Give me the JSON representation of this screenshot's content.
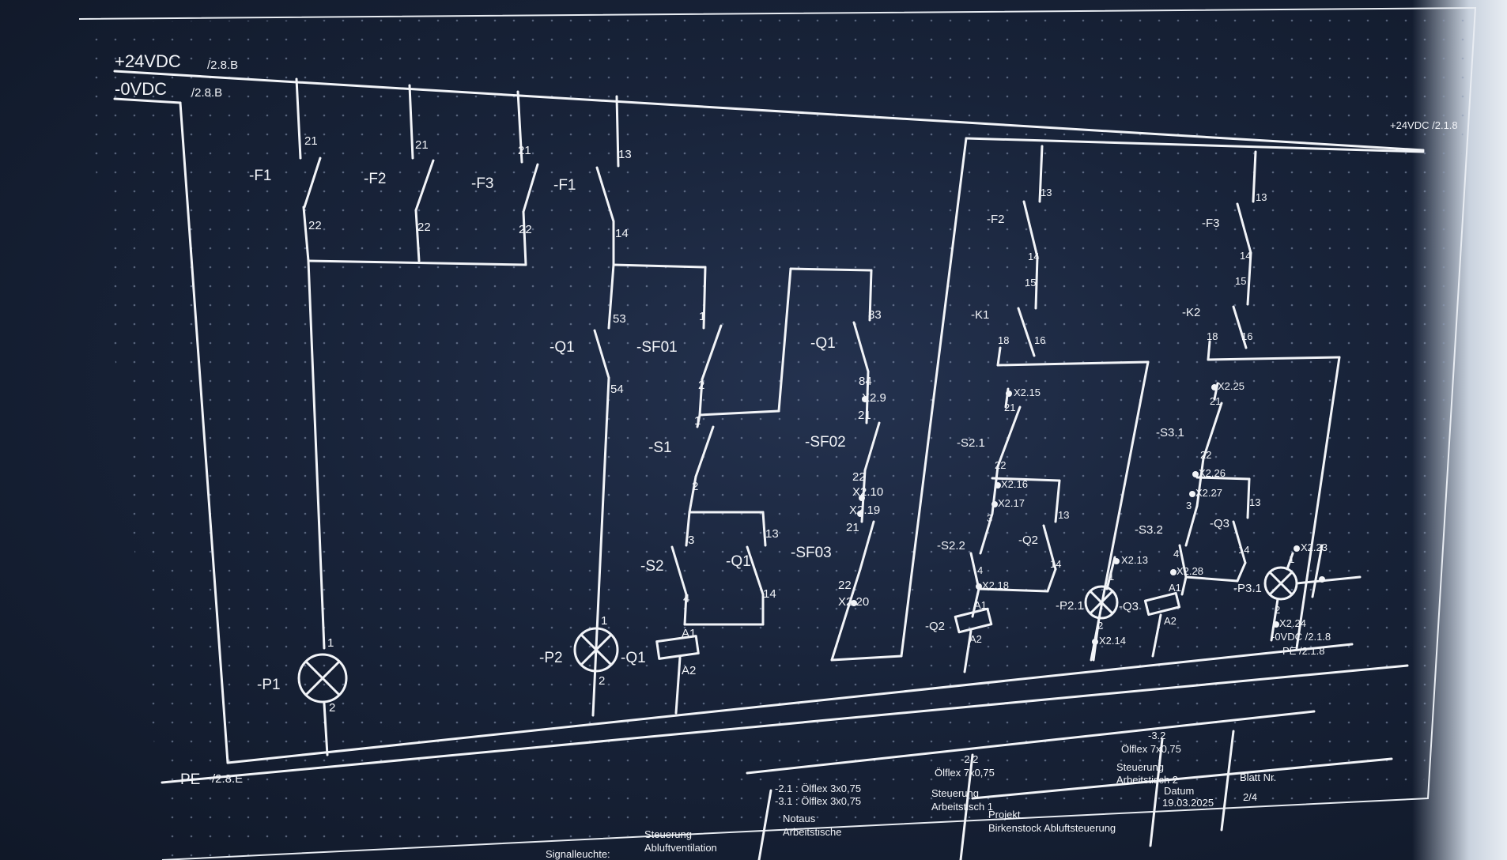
{
  "rails": {
    "plus24": "+24VDC",
    "plus24_ref": "/2.8.B",
    "zero": "-0VDC",
    "zero_ref": "/2.8.B",
    "pe": "PE",
    "pe_ref": "/2.8.E",
    "plus24_right": "+24VDC /2.1.8",
    "zero_right": "-0VDC /2.1.8",
    "pe_right": "PE /2.1.8"
  },
  "devices": {
    "F1": "-F1",
    "F2": "-F2",
    "F3": "-F3",
    "Q1": "-Q1",
    "Q2": "-Q2",
    "Q3": "-Q3",
    "SF01": "-SF01",
    "SF02": "-SF02",
    "SF03": "-SF03",
    "S1": "-S1",
    "S2": "-S2",
    "S21": "-S2.1",
    "S22": "-S2.2",
    "S31": "-S3.1",
    "S32": "-S3.2",
    "K1": "-K1",
    "K2": "-K2",
    "P1": "-P1",
    "P2": "-P2",
    "P21": "-P2.1",
    "P31": "-P3.1"
  },
  "pins": {
    "n1": "1",
    "n2": "2",
    "n3": "3",
    "n4": "4",
    "n13": "13",
    "n14": "14",
    "n15": "15",
    "n16": "16",
    "n18": "18",
    "n21": "21",
    "n22": "22",
    "n53": "53",
    "n54": "54",
    "n83": "83",
    "n84": "84",
    "A1": "A1",
    "A2": "A2"
  },
  "terminals": {
    "x29": "X2.9",
    "x210": "X2.10",
    "x219": "X2.19",
    "x220": "X2.20",
    "x215": "X2.15",
    "x216": "X2.16",
    "x217": "X2.17",
    "x218": "X2.18",
    "x213": "X2.13",
    "x214": "X2.14",
    "x225": "X2.25",
    "x226": "X2.26",
    "x227": "X2.27",
    "x228": "X2.28",
    "x223": "X2.23",
    "x224": "X2.24"
  },
  "title_block": {
    "signal": "Signalleuchte:",
    "steuerung_abluft": "Steuerung",
    "abluftventilation": "Abluftventilation",
    "notaus": "Notaus",
    "arbeitstische": "Arbeitstische",
    "cable_21": "-2.1 : Ölflex 3x0,75",
    "cable_31": "-3.1 : Ölflex 3x0,75",
    "cable_22_id": "-2.2",
    "cable_22": "Ölflex 7x0,75",
    "steuerung_at1": "Steuerung",
    "arbeitstisch1": "Arbeitstisch 1",
    "cable_32_id": "-3.2",
    "cable_32": "Ölflex 7x0,75",
    "steuerung_at2": "Steuerung",
    "arbeitstisch2": "Arbeitstisch 2",
    "projekt_label": "Projekt",
    "projekt_value": "Birkenstock Abluftsteuerung",
    "datum_label": "Datum",
    "datum_value": "19.03.2025",
    "blatt_label": "Blatt Nr.",
    "blatt_value": "2/4"
  }
}
